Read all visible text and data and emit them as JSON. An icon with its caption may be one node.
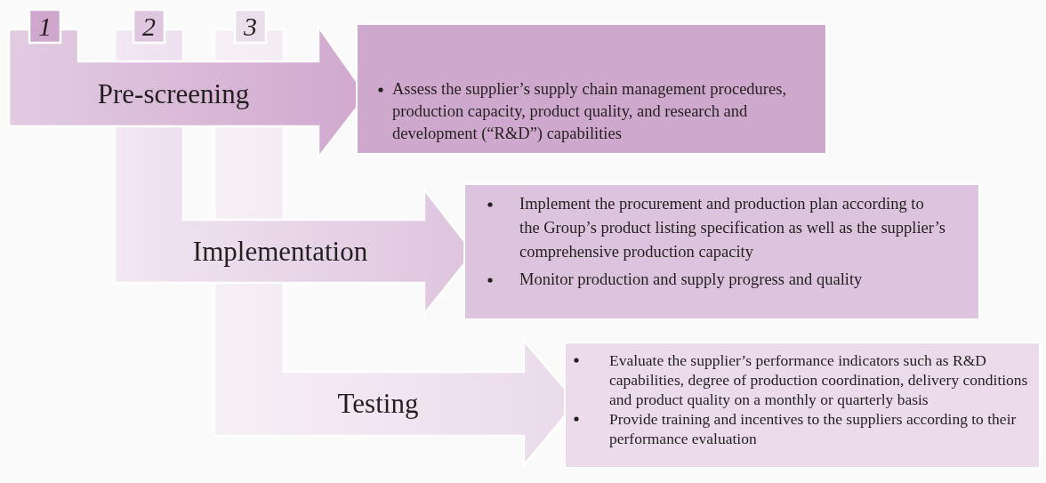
{
  "diagram": {
    "nodes": [
      {
        "text": [
          "1",
          "Pre-screening"
        ]
      },
      {
        "text": [
          "2",
          "Implementation"
        ]
      },
      {
        "text": [
          "3",
          "Testing"
        ]
      },
      {
        "text": [
          "Assess the supplier’s supply chain management procedures, production capacity, product quality, and research and development (“R&D”) capabilities"
        ]
      },
      {
        "text": [
          "Implement the procurement and production plan according to the Group’s product listing specification as well as the supplier’s comprehensive production capacity",
          "Monitor production and supply progress and quality"
        ]
      },
      {
        "text": [
          "Evaluate the supplier’s performance indicators such as R&D capabilities, degree of production coordination, delivery conditions and product quality on a monthly or quarterly basis",
          "Provide training and incentives to the suppliers according to their performance evaluation"
        ]
      }
    ]
  }
}
